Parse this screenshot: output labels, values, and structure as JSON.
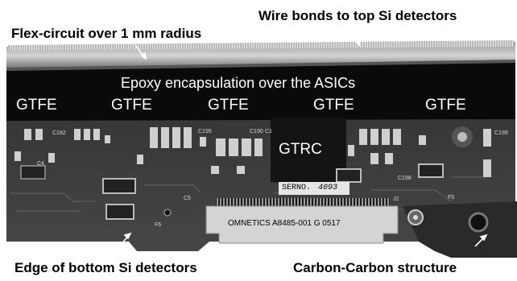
{
  "captions": {
    "wire_bonds": "Wire bonds to top Si detectors",
    "flex_circuit": "Flex-circuit over 1 mm radius",
    "edge_bottom": "Edge of bottom Si detectors",
    "carbon_structure": "Carbon-Carbon structure"
  },
  "overlays": {
    "epoxy": "Epoxy encapsulation over the ASICs",
    "gtfe": [
      "GTFE",
      "GTFE",
      "GTFE",
      "GTFE",
      "GTFE"
    ],
    "gtrc": "GTRC"
  },
  "board_labels": {
    "serno_label": "SERNO.",
    "serno_value": "4093",
    "connector": "OMNETICS A8485-001 G 0517",
    "components": [
      "C190",
      "C1",
      "C182",
      "C195",
      "C5",
      "C199",
      "F5",
      "F6",
      "J2",
      "C198",
      "C4"
    ]
  },
  "colors": {
    "background": "#ffffff",
    "board": "#3a3a3a",
    "epoxy_band": "#0a0a0a",
    "caption_text": "#000000",
    "overlay_text": "#ffffff"
  }
}
